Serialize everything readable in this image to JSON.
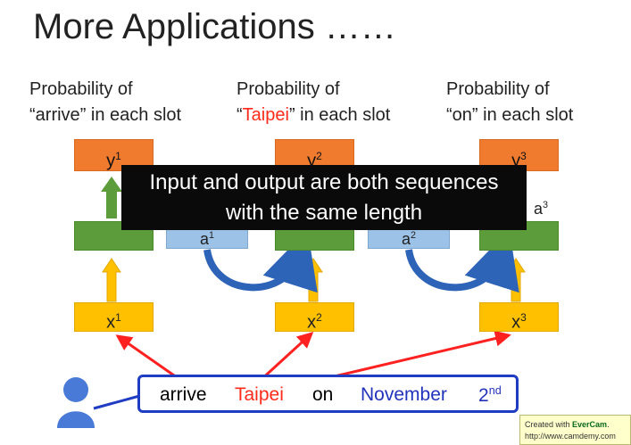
{
  "title": "More Applications ……",
  "prob_labels": [
    {
      "line1": "Probability of",
      "pre": "“",
      "word": "arrive",
      "post": "” in each slot"
    },
    {
      "line1": "Probability of",
      "pre": "“",
      "word": "Taipei",
      "post": "” in each slot"
    },
    {
      "line1": "Probability of",
      "pre": "“",
      "word": "on",
      "post": "” in each slot"
    }
  ],
  "y_labels": [
    "y",
    "y",
    "y"
  ],
  "y_sups": [
    "1",
    "2",
    "3"
  ],
  "a_labels": [
    "a",
    "a",
    "a"
  ],
  "a_sups": [
    "1",
    "2",
    "3"
  ],
  "x_labels": [
    "x",
    "x",
    "x"
  ],
  "x_sups": [
    "1",
    "2",
    "3"
  ],
  "caption_line1": "Input and output are both sequences",
  "caption_line2": "with the same length",
  "sentence": {
    "w1": "arrive",
    "w2": "Taipei",
    "w3": "on",
    "w4": "November",
    "w5": "2",
    "w5_sup": "nd"
  },
  "watermark": {
    "line1_pre": "Created with ",
    "brand": "EverCam",
    "line1_post": ".",
    "line2": "http://www.camdemy.com"
  },
  "colors": {
    "orange": "#f07a2e",
    "green": "#5c9c3a",
    "light_blue": "#9cc2e8",
    "yellow": "#ffc000",
    "red": "#ff2a1a",
    "blue": "#1f3cc2"
  }
}
